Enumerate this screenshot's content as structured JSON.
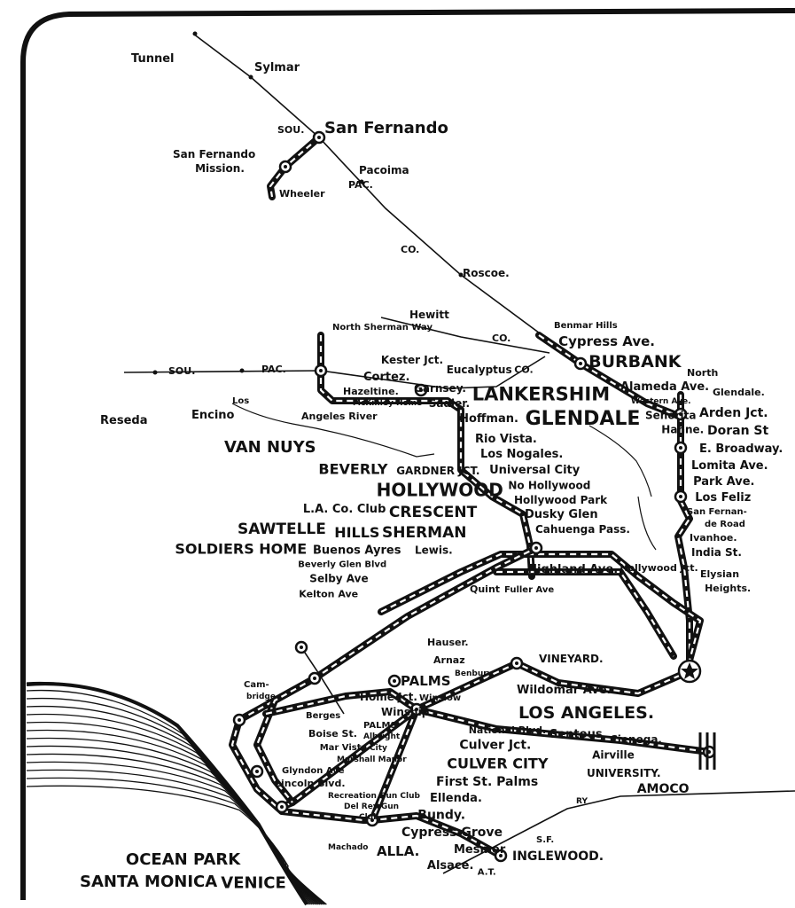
{
  "map": {
    "title": "Pacific Electric Railway lines, western Los Angeles and San Fernando Valley",
    "colors": {
      "ink": "#111111",
      "paper": "#ffffff"
    },
    "labels": [
      "Tunnel",
      "Sylmar",
      "SOU.",
      "San Fernando",
      "San Fernando",
      "Mission.",
      "Wheeler",
      "PAC.",
      "Pacoima",
      "CO.",
      "Roscoe.",
      "North Sherman Way",
      "Hewitt",
      "Hazeltine.",
      "McKinley Home",
      "Cortez.",
      "Kester Jct.",
      "Garnsey.",
      "Sadler.",
      "Eucalyptus",
      "LANKERSHIM",
      "CO.",
      "CO.",
      "Benmar Hills",
      "Cypress Ave.",
      "BURBANK",
      "Alameda Ave.",
      "Western Ave.",
      "Senorita",
      "Hahne.",
      "North",
      "Glendale.",
      "Arden Jct.",
      "Doran St",
      "E. Broadway.",
      "Lomita Ave.",
      "Park Ave.",
      "Los Feliz",
      "San Fernan-",
      "de Road",
      "Ivanhoe.",
      "India St.",
      "Elysian",
      "Heights.",
      "GLENDALE",
      "Hoffman.",
      "Rio Vista.",
      "Los Nogales.",
      "Universal City",
      "No Hollywood",
      "Hollywood Park",
      "Dusky Glen",
      "Cahuenga Pass.",
      "Reseda",
      "SOU.",
      "PAC.",
      "Encino",
      "Los",
      "VAN NUYS",
      "Angeles River",
      "HOLLYWOOD",
      "GARDNER JCT.",
      "Hollywood Jct.",
      "CRESCENT",
      "SHERMAN",
      "Lewis.",
      "BEVERLY",
      "HILLS",
      "L.A. Co. Club",
      "Buenos Ayres",
      "Beverly Glen Blvd",
      "Selby Ave",
      "Kelton Ave",
      "SAWTELLE",
      "SOLDIERS HOME",
      "Quint",
      "Fuller Ave",
      "Highland Ave.",
      "Cam-",
      "bridge",
      "Home Jct.",
      "Winship",
      "PALMS",
      "Winslow",
      "Hauser.",
      "Arnaz",
      "Benbury",
      "VINEYARD.",
      "Wildomar Ave.",
      "LOS ANGELES.",
      "National Blvd.",
      "Cienega.",
      "Airville",
      "Sentous",
      "Culver Jct.",
      "UNIVERSITY.",
      "CULVER CITY",
      "First St. Palms",
      "Ellenda.",
      "Bundy.",
      "Cypress Grove",
      "AMOCO",
      "INGLEWOOD.",
      "Mesmer",
      "Alsace.",
      "ALLA.",
      "Machado",
      "Recreation Gun Club",
      "Del Rey Gun",
      "Club",
      "Berges",
      "PALMS",
      "Albright",
      "City",
      "Marshall Manor",
      "Mar Vista",
      "Boise St.",
      "Glyndon Ave",
      "Lincoln Blvd.",
      "RY",
      "S.F.",
      "A.T.",
      "SANTA MONICA",
      "OCEAN PARK",
      "VENICE"
    ]
  }
}
